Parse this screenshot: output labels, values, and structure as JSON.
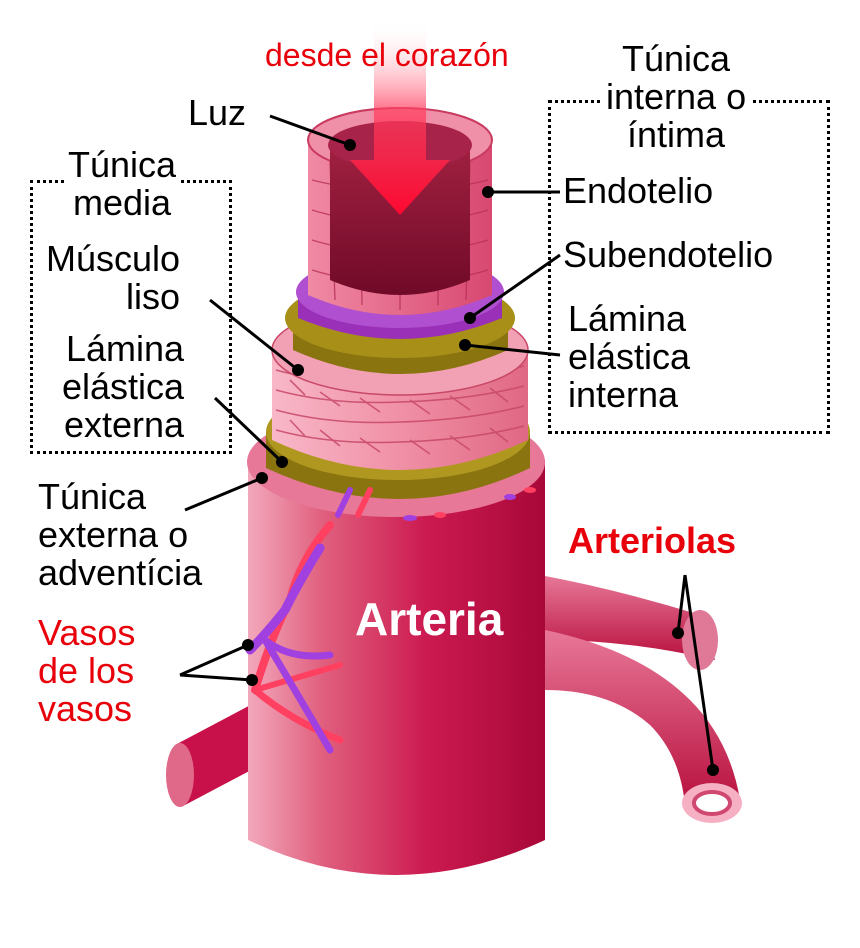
{
  "labels": {
    "from_heart": "desde el corazón",
    "lumen": "Luz",
    "tunica_intima_title": "Túnica\ninterna o\níntima",
    "endothelium": "Endotelio",
    "subendothelium": "Subendotelio",
    "internal_elastic": "Lámina\nelástica\ninterna",
    "tunica_media_title": "Túnica\nmedia",
    "smooth_muscle": "Músculo\nliso",
    "external_elastic": "Lámina\nelástica\nexterna",
    "tunica_externa": "Túnica\nexterna o\nadventícia",
    "vasa_vasorum": "Vasos\nde los\nvasos",
    "artery": "Arteria",
    "arterioles": "Arteriolas"
  },
  "colors": {
    "label_red": "#e8000b",
    "artery_body": "#c8104a",
    "artery_light": "#e87898",
    "muscle_pink": "#f08aa0",
    "olive_lamina": "#8a7410",
    "purple_layer": "#9b30b8",
    "vein_purple": "#a040e0",
    "vessel_red": "#ff4060"
  }
}
